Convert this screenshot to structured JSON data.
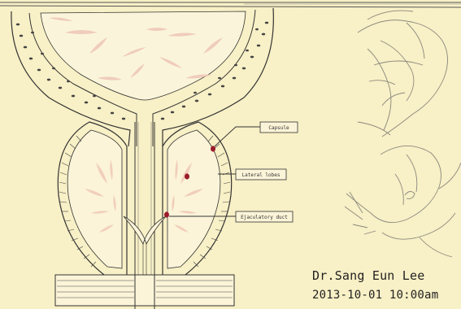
{
  "diagram": {
    "labels": {
      "capsule": "Capsule",
      "lateral_lobes": "Lateral lobes",
      "ejaculatory_duct": "Ejaculatory duct"
    }
  },
  "caption": {
    "author": "Dr.Sang Eun Lee",
    "datetime": "2013-10-01 10:00am"
  },
  "colors": {
    "background": "#f8f0c6",
    "ink": "#333333",
    "tissue": "#f0c8b8",
    "marker": "#9b1b2a"
  },
  "icons": {
    "hand_sketch": "hand-sketch-icon"
  }
}
